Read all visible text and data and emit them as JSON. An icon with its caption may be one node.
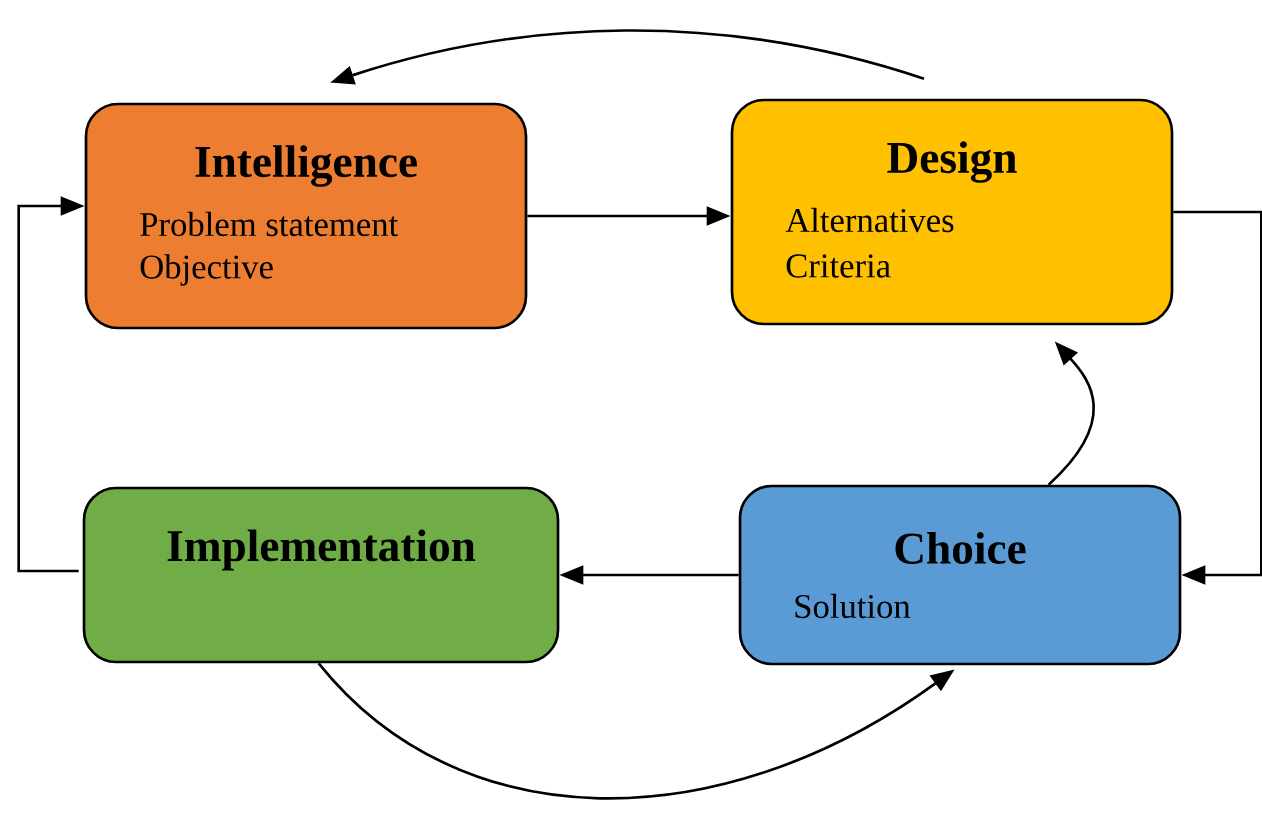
{
  "diagram": {
    "nodes": [
      {
        "text": [
          "Intelligence",
          "Problem statement",
          "Objective"
        ]
      },
      {
        "text": [
          "Design",
          "Alternatives",
          "Criteria"
        ]
      },
      {
        "text": [
          "Implementation"
        ]
      },
      {
        "text": [
          "Choice",
          "Solution"
        ]
      }
    ],
    "edges": [
      {
        "from": 0,
        "to": 1,
        "arrow": "to"
      },
      {
        "from": 1,
        "to": 3,
        "arrow": "to"
      },
      {
        "from": 3,
        "to": 2,
        "arrow": "to"
      },
      {
        "from": 3,
        "to": 1,
        "arrow": "to"
      },
      {
        "from": 2,
        "to": 3,
        "arrow": "to"
      },
      {
        "from": 2,
        "to": 0,
        "arrow": "to"
      },
      {
        "from": 1,
        "to": 0,
        "arrow": "to"
      }
    ]
  }
}
